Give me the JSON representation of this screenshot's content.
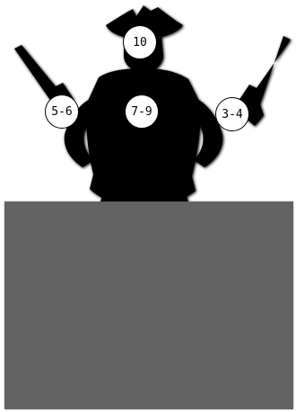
{
  "target": {
    "zones": {
      "head": "10",
      "left_gun": "5-6",
      "body": "7-9",
      "right_gun": "3-4"
    }
  },
  "colors": {
    "silhouette": "#000000",
    "zone_fill": "#ffffff",
    "cover_box": "#636363",
    "background": "#ffffff"
  }
}
